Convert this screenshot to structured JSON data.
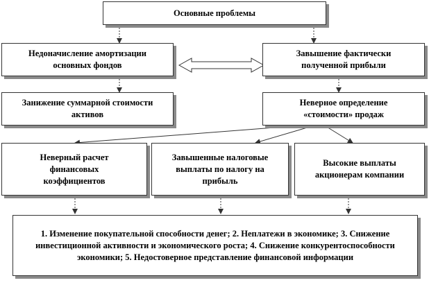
{
  "diagram": {
    "main_problems": "Основные проблемы",
    "under_depreciation": "Недоначисление амортизации основных фондов",
    "overstated_profit": "Завышение фактически полученной прибыли",
    "understated_assets": "Занижение суммарной стоимости активов",
    "incorrect_sales_cost": "Неверное определение «стоимости» продаж",
    "wrong_ratios": "Неверный расчет финансовых коэффициентов",
    "overstated_tax": "Завышенные налоговые выплаты по налогу на прибыль",
    "high_payouts": "Высокие выплаты акционерам компании",
    "consequences": "1. Изменение покупательной способности денег; 2. Неплатежи в экономике; 3. Снижение инвестиционной активности и экономического роста; 4. Снижение конкурентоспособности экономики; 5. Недостоверное представление финансовой информации"
  },
  "colors": {
    "line": "#333333",
    "shadow": "#8a8a8a",
    "background": "#ffffff"
  }
}
